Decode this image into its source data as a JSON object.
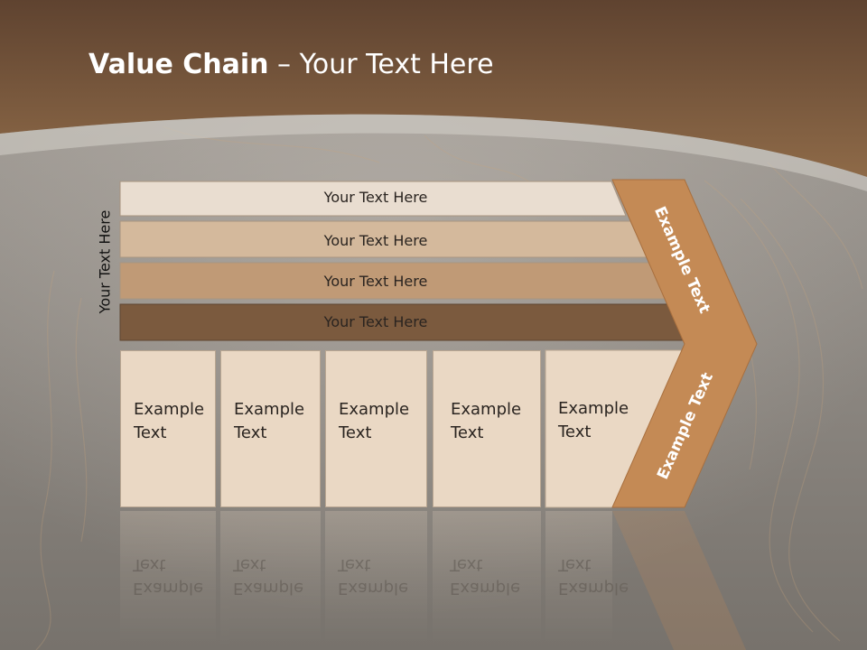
{
  "title": {
    "bold": "Value Chain",
    "rest": " – Your Text Here"
  },
  "side_label": "Your Text Here",
  "bars": [
    {
      "label": "Your Text Here",
      "color": "#e9ddd0"
    },
    {
      "label": "Your Text Here",
      "color": "#d4b99c"
    },
    {
      "label": "Your Text Here",
      "color": "#c09a76"
    },
    {
      "label": "Your Text Here",
      "color": "#7b5a3e"
    }
  ],
  "cells": [
    {
      "line1": "Example",
      "line2": "Text"
    },
    {
      "line1": "Example",
      "line2": "Text"
    },
    {
      "line1": "Example",
      "line2": "Text"
    },
    {
      "line1": "Example",
      "line2": "Text"
    },
    {
      "line1": "Example",
      "line2": "Text"
    }
  ],
  "arrow": {
    "upper_text": "Example Text",
    "lower_text": "Example Text",
    "color": "#c48a55"
  },
  "colors": {
    "header": "#7d5a3d",
    "cell_fill": "#ead8c4",
    "background": "#8d8985"
  }
}
